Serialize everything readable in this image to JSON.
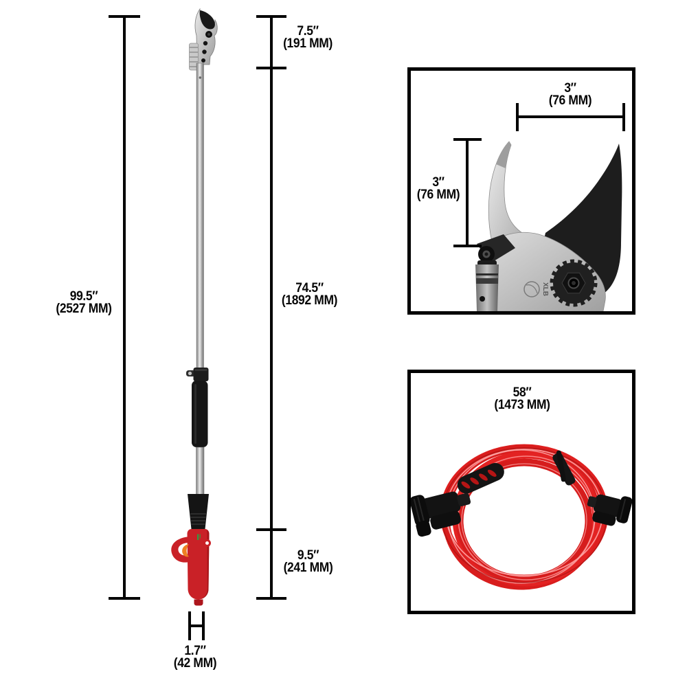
{
  "diagram": {
    "overall": {
      "in": "99.5″",
      "mm": "(2527 MM)"
    },
    "head": {
      "in": "7.5″",
      "mm": "(191 MM)"
    },
    "pole": {
      "in": "74.5″",
      "mm": "(1892 MM)"
    },
    "lower": {
      "in": "9.5″",
      "mm": "(241 MM)"
    },
    "width": {
      "in": "1.7″",
      "mm": "(42 MM)"
    }
  },
  "blade_box": {
    "horizontal": {
      "in": "3″",
      "mm": "(76 MM)"
    },
    "vertical": {
      "in": "3″",
      "mm": "(76 MM)"
    },
    "engraving": "XLB"
  },
  "cable_box": {
    "length": {
      "in": "58″",
      "mm": "(1473 MM)"
    }
  },
  "colors": {
    "dimension_line": "#000000",
    "handle_red": "#c92127",
    "trigger_orange": "#ee7e22",
    "cable_red": "#df1f1f",
    "silver_light": "#e6e6e6",
    "silver_dark": "#8f8f8f",
    "black_part": "#161616"
  }
}
